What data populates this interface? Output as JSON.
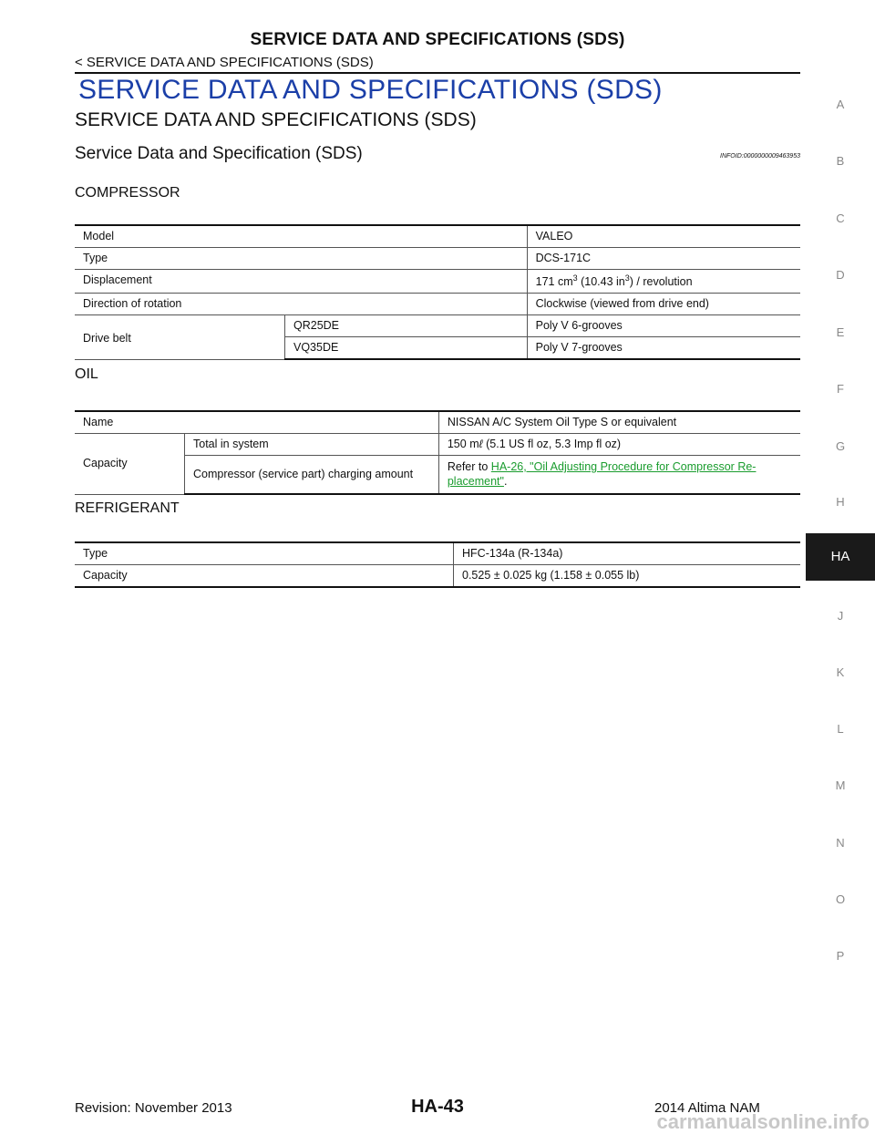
{
  "header": {
    "top_title": "SERVICE DATA AND SPECIFICATIONS (SDS)",
    "breadcrumb": "< SERVICE DATA AND SPECIFICATIONS (SDS)",
    "main_title": "SERVICE DATA AND SPECIFICATIONS (SDS)",
    "sub_title": "SERVICE DATA AND SPECIFICATIONS (SDS)",
    "section_title": "Service Data and Specification (SDS)",
    "infoid": "INFOID:0000000009463953"
  },
  "compressor": {
    "heading": "COMPRESSOR",
    "model_label": "Model",
    "model_value": "VALEO",
    "type_label": "Type",
    "type_value": "DCS-171C",
    "disp_label": "Displacement",
    "disp_value_a": "171 cm",
    "disp_sup_a": "3",
    "disp_value_b": " (10.43 in",
    "disp_sup_b": "3",
    "disp_value_c": ") / revolution",
    "dir_label": "Direction of rotation",
    "dir_value": "Clockwise (viewed from drive end)",
    "belt_label": "Drive belt",
    "belt_engine_1": "QR25DE",
    "belt_value_1": "Poly V 6-grooves",
    "belt_engine_2": "VQ35DE",
    "belt_value_2": "Poly V 7-grooves"
  },
  "oil": {
    "heading": "OIL",
    "name_label": "Name",
    "name_value": "NISSAN A/C System Oil Type S or equivalent",
    "cap_label": "Capacity",
    "total_label": "Total in system",
    "total_value_a": "150 m",
    "total_unit_symbol": "ℓ",
    "total_value_b": "  (5.1 US fl oz, 5.3 Imp fl oz)",
    "comp_label": "Compressor (service part) charging amount",
    "comp_prefix": "Refer to ",
    "comp_link": "HA-26, \"Oil Adjusting Procedure for Compressor Re-placement\"",
    "comp_suffix": "."
  },
  "refrigerant": {
    "heading": "REFRIGERANT",
    "type_label": "Type",
    "type_value": "HFC-134a (R-134a)",
    "cap_label": "Capacity",
    "cap_value": "0.525 ± 0.025 kg (1.158 ± 0.055 lb)"
  },
  "side_tabs": [
    "A",
    "B",
    "C",
    "D",
    "E",
    "F",
    "G",
    "H",
    "HA",
    "J",
    "K",
    "L",
    "M",
    "N",
    "O",
    "P"
  ],
  "active_tab": "HA",
  "footer": {
    "revision": "Revision: November 2013",
    "page_number": "HA-43",
    "model_year": "2014 Altima NAM",
    "watermark": "carmanualsonline.info"
  }
}
